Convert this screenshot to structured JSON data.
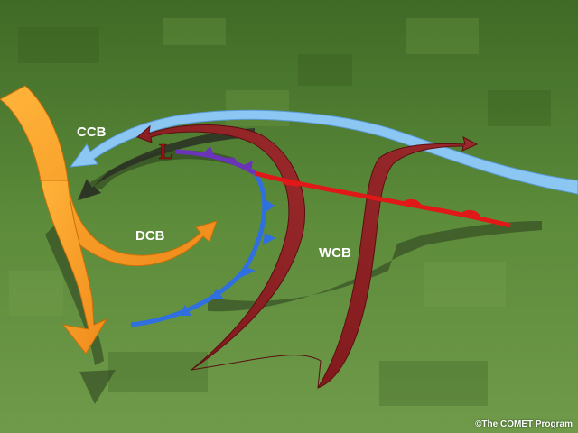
{
  "labels": {
    "ccb": "CCB",
    "dcb": "DCB",
    "wcb": "WCB",
    "low": "L"
  },
  "credit": "©The COMET Program",
  "colors": {
    "ground": "#5b8a3a",
    "ccb": "#8fc6f2",
    "dcb": "#f7a12a",
    "wcb": "#7d1a1f",
    "cold_front": "#2f6fe0",
    "warm_front": "#e01818",
    "occluded_front": "#6a34b8",
    "low": "#9a1414"
  },
  "icons": [
    "ccb-arrow",
    "dcb-arrow",
    "wcb-arrow",
    "cold-front",
    "warm-front",
    "occluded-front",
    "low-pressure-symbol"
  ]
}
